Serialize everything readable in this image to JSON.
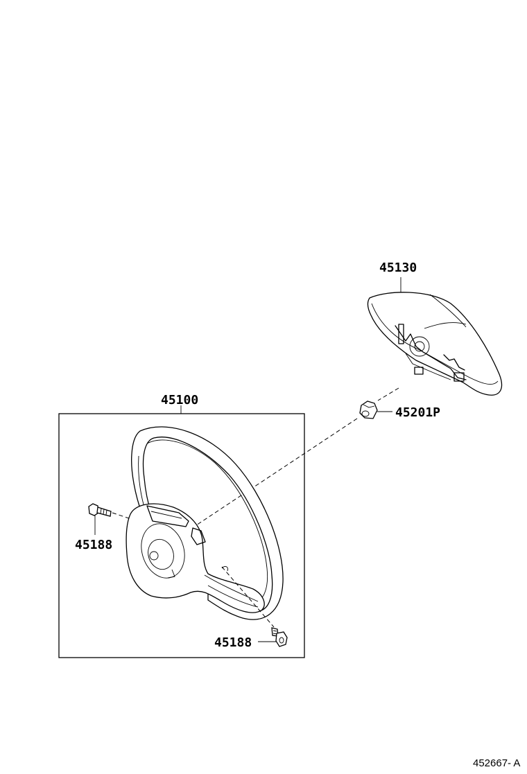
{
  "diagram": {
    "labels": {
      "airbag_pad": "45130",
      "steering_wheel": "45100",
      "nut": "45201P",
      "bolt_left": "45188",
      "bolt_bottom": "45188"
    },
    "figure_code": "452667- A"
  }
}
